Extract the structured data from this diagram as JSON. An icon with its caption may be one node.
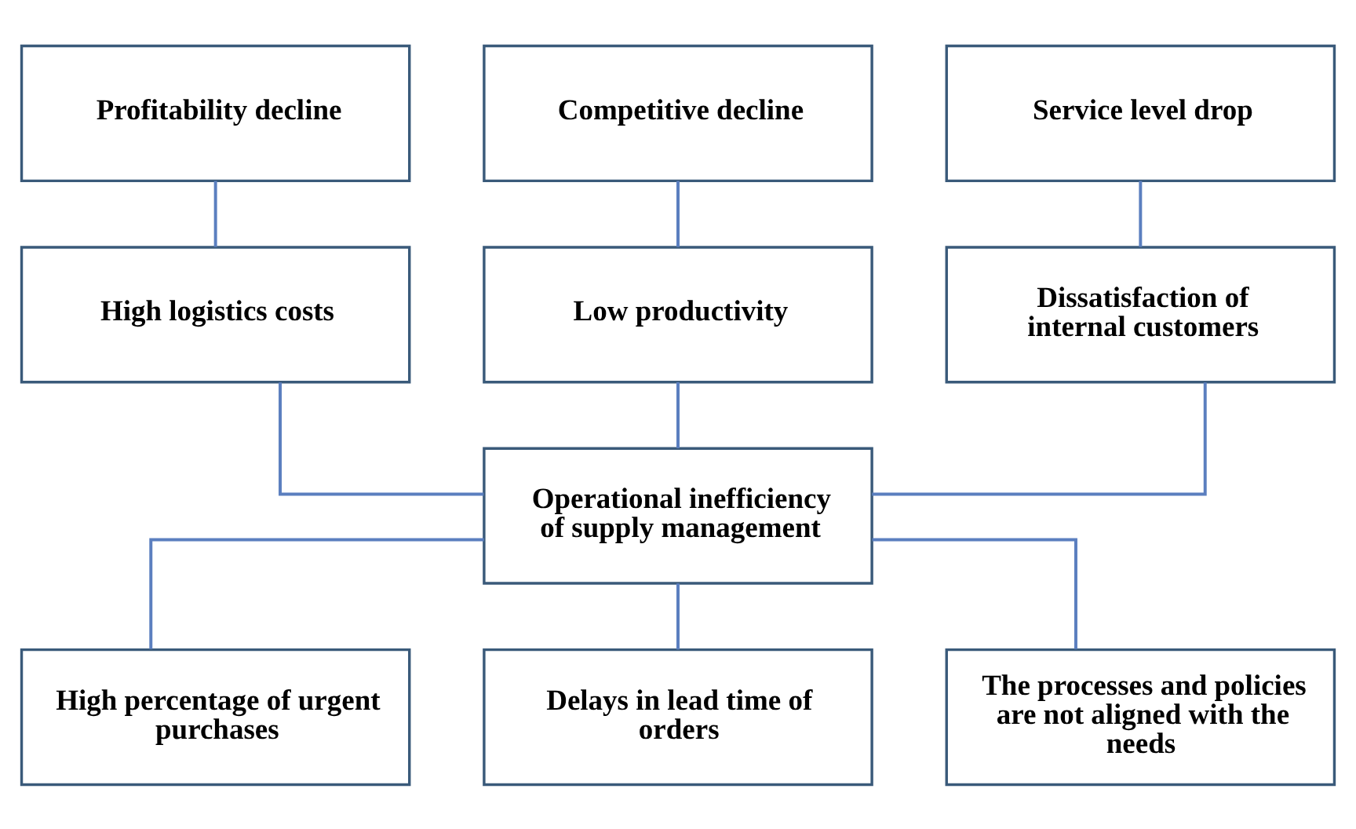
{
  "diagram": {
    "nodes": [
      {
        "text": [
          "Profitability decline"
        ]
      },
      {
        "text": [
          "Competitive decline"
        ]
      },
      {
        "text": [
          "Service level drop"
        ]
      },
      {
        "text": [
          "High logistics costs"
        ]
      },
      {
        "text": [
          "Low productivity"
        ]
      },
      {
        "text": [
          "Dissatisfaction of internal customers"
        ]
      },
      {
        "text": [
          "Operational inefficiency of supply management"
        ]
      },
      {
        "text": [
          "High percentage of urgent purchases"
        ]
      },
      {
        "text": [
          "Delays in lead time of orders"
        ]
      },
      {
        "text": [
          "The processes and policies are not aligned with the needs"
        ]
      }
    ],
    "edges": [
      {
        "from": 0,
        "to": 3,
        "arrow": "none"
      },
      {
        "from": 1,
        "to": 4,
        "arrow": "none"
      },
      {
        "from": 2,
        "to": 5,
        "arrow": "none"
      },
      {
        "from": 3,
        "to": 6,
        "arrow": "none"
      },
      {
        "from": 4,
        "to": 6,
        "arrow": "none"
      },
      {
        "from": 5,
        "to": 6,
        "arrow": "none"
      },
      {
        "from": 6,
        "to": 7,
        "arrow": "none"
      },
      {
        "from": 6,
        "to": 8,
        "arrow": "none"
      },
      {
        "from": 6,
        "to": 9,
        "arrow": "none"
      }
    ]
  }
}
